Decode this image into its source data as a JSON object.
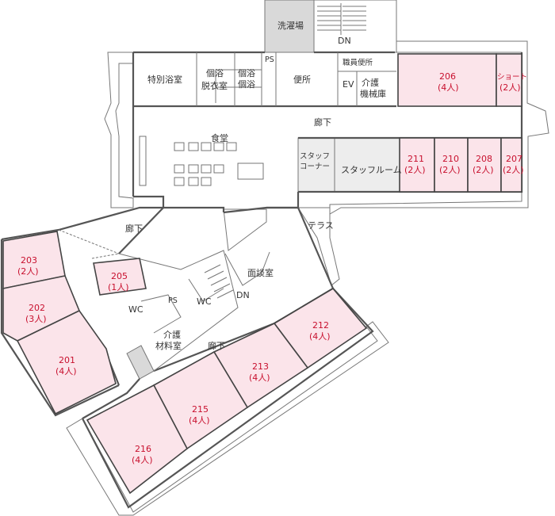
{
  "colors": {
    "room_fill": "#fbe4ea",
    "room_text": "#c8102e",
    "balcony_fill": "#dfeef7",
    "grey_fill": "#d9d9d9",
    "wall": "#555555",
    "text": "#333333"
  },
  "labels": {
    "laundry": "洗濯場",
    "dn_top": "DN",
    "ps_top": "PS",
    "staff_toilet": "職員便所",
    "special_bath": "特別浴室",
    "private_bath_1": "個浴",
    "private_bath_2": "個浴",
    "private_bath_3": "個浴",
    "changing_room": "脱衣室",
    "toilet": "便所",
    "ev": "EV",
    "care_machine_1": "介護",
    "care_machine_2": "機械庫",
    "corridor_top": "廊下",
    "dining": "食堂",
    "staff_corner_1": "スタッフ",
    "staff_corner_2": "コーナー",
    "staff_room": "スタッフルーム",
    "terrace": "テラス",
    "corridor_left": "廊下",
    "interview_room": "面談室",
    "ps_mid": "PS",
    "wc_left": "WC",
    "wc_mid": "WC",
    "dn_mid": "DN",
    "care_material_1": "介護",
    "care_material_2": "材料室",
    "corridor_bottom": "廊下"
  },
  "rooms": [
    {
      "id": "206",
      "number": "206",
      "capacity": "(4人)"
    },
    {
      "id": "short",
      "number": "ショート",
      "capacity": "(2人)"
    },
    {
      "id": "211",
      "number": "211",
      "capacity": "(2人)"
    },
    {
      "id": "210",
      "number": "210",
      "capacity": "(2人)"
    },
    {
      "id": "208",
      "number": "208",
      "capacity": "(2人)"
    },
    {
      "id": "207",
      "number": "207",
      "capacity": "(2人)"
    },
    {
      "id": "203",
      "number": "203",
      "capacity": "(2人)"
    },
    {
      "id": "202",
      "number": "202",
      "capacity": "(3人)"
    },
    {
      "id": "201",
      "number": "201",
      "capacity": "(4人)"
    },
    {
      "id": "205",
      "number": "205",
      "capacity": "(1人)"
    },
    {
      "id": "212",
      "number": "212",
      "capacity": "(4人)"
    },
    {
      "id": "213",
      "number": "213",
      "capacity": "(4人)"
    },
    {
      "id": "215",
      "number": "215",
      "capacity": "(4人)"
    },
    {
      "id": "216",
      "number": "216",
      "capacity": "(4人)"
    }
  ]
}
